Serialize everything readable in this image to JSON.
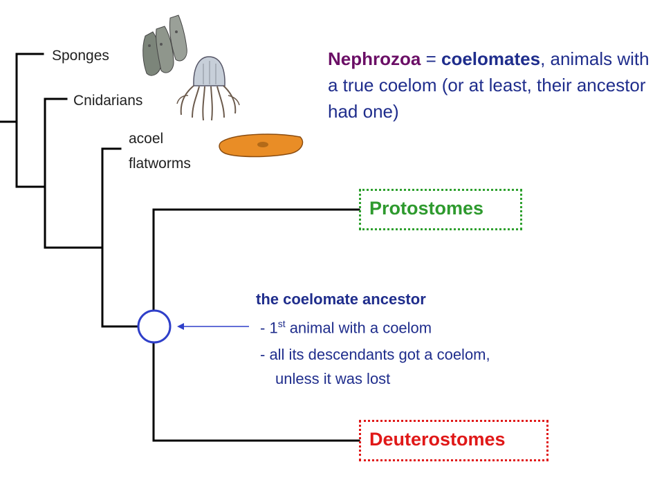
{
  "taxa": {
    "sponges": "Sponges",
    "cnidarians": "Cnidarians",
    "acoel_line1": "acoel",
    "acoel_line2": "flatworms",
    "protostomes": "Protostomes",
    "deuterostomes": "Deuterostomes"
  },
  "headline": {
    "nephrozoa": "Nephrozoa",
    "equals": " = ",
    "coelomates": "coelomates",
    "rest": ", animals with a true coelom (or at least, their ancestor had one)"
  },
  "ancestor": {
    "title": "the coelomate ancestor",
    "note1_prefix": "- 1",
    "note1_sup": "st",
    "note1_suffix": " animal with a coelom",
    "note2": "- all its descendants got a coelom,",
    "note3": "unless it was lost"
  },
  "colors": {
    "tree": "#000000",
    "protostome_box": "#2ea02e",
    "deuterostome_box": "#e01818",
    "text_navy": "#1f2d8c",
    "nephrozoa_purple": "#6b0f66",
    "ancestor_node": "#2f3fc9"
  },
  "icons": [
    "sponge-icon",
    "jellyfish-icon",
    "flatworm-icon"
  ]
}
